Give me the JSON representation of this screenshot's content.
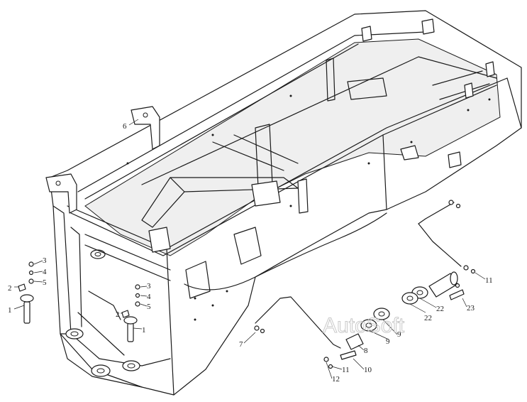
{
  "callouts": [
    {
      "id": "c6",
      "text": "6"
    },
    {
      "id": "c3a",
      "text": "3"
    },
    {
      "id": "c4a",
      "text": "4"
    },
    {
      "id": "c2a",
      "text": "2"
    },
    {
      "id": "c5a",
      "text": "5"
    },
    {
      "id": "c1a",
      "text": "1"
    },
    {
      "id": "c3b",
      "text": "3"
    },
    {
      "id": "c4b",
      "text": "4"
    },
    {
      "id": "c2b",
      "text": "2"
    },
    {
      "id": "c5b",
      "text": "5"
    },
    {
      "id": "c1b",
      "text": "1"
    },
    {
      "id": "c11a",
      "text": "11"
    },
    {
      "id": "c23",
      "text": "23"
    },
    {
      "id": "c22a",
      "text": "22"
    },
    {
      "id": "c22b",
      "text": "22"
    },
    {
      "id": "c9a",
      "text": "9"
    },
    {
      "id": "c9b",
      "text": "9"
    },
    {
      "id": "c8",
      "text": "8"
    },
    {
      "id": "c7",
      "text": "7"
    },
    {
      "id": "c11b",
      "text": "11"
    },
    {
      "id": "c10",
      "text": "10"
    },
    {
      "id": "c12",
      "text": "12"
    }
  ],
  "watermark": "AutoSoft"
}
